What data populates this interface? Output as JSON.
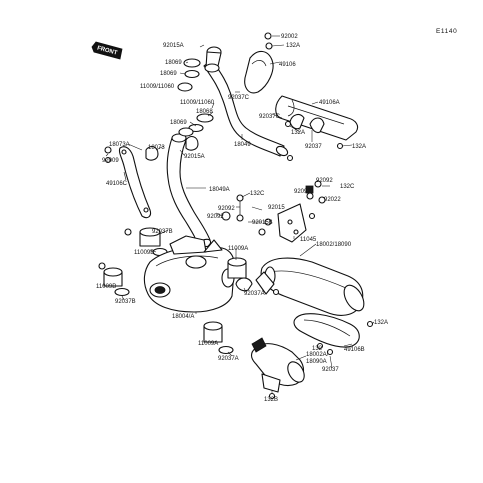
{
  "page_code": "E1140",
  "front_label": "FRONT",
  "callouts": [
    {
      "id": "c-92002",
      "text": "92002"
    },
    {
      "id": "c-132A-top",
      "text": "132A"
    },
    {
      "id": "c-92015A",
      "text": "92015A"
    },
    {
      "id": "c-49106",
      "text": "49106"
    },
    {
      "id": "c-18069-1",
      "text": "18069"
    },
    {
      "id": "c-18069-2",
      "text": "18069"
    },
    {
      "id": "c-11009-11060-a",
      "text": "11009/11060"
    },
    {
      "id": "c-92037C-top",
      "text": "92037C"
    },
    {
      "id": "c-11009-11060-b",
      "text": "11009/11060"
    },
    {
      "id": "c-18068",
      "text": "18068"
    },
    {
      "id": "c-49106A",
      "text": "49106A"
    },
    {
      "id": "c-18069-3",
      "text": "18069"
    },
    {
      "id": "c-92037C-mid",
      "text": "92037C"
    },
    {
      "id": "c-132A-mid",
      "text": "132A"
    },
    {
      "id": "c-18049",
      "text": "18049"
    },
    {
      "id": "c-92037-top",
      "text": "92037"
    },
    {
      "id": "c-132A-right",
      "text": "132A"
    },
    {
      "id": "c-18073A",
      "text": "18073A"
    },
    {
      "id": "c-18073",
      "text": "18073"
    },
    {
      "id": "c-92009",
      "text": "92009"
    },
    {
      "id": "c-92015A-b",
      "text": "92015A"
    },
    {
      "id": "c-49106C",
      "text": "49106C"
    },
    {
      "id": "c-18049A",
      "text": "18049A"
    },
    {
      "id": "c-132C-a",
      "text": "132C"
    },
    {
      "id": "c-92092-a",
      "text": "92092"
    },
    {
      "id": "c-132C-b",
      "text": "132C"
    },
    {
      "id": "c-92092-b",
      "text": "92092"
    },
    {
      "id": "c-92022",
      "text": "92022"
    },
    {
      "id": "c-92092-c",
      "text": "92092"
    },
    {
      "id": "c-92015",
      "text": "92015"
    },
    {
      "id": "c-92092-d",
      "text": "92092"
    },
    {
      "id": "c-92015B",
      "text": "92015B"
    },
    {
      "id": "c-92037B-a",
      "text": "92037B"
    },
    {
      "id": "c-11045",
      "text": "11045"
    },
    {
      "id": "c-11009A-a",
      "text": "11009A"
    },
    {
      "id": "c-11009B-a",
      "text": "11009B"
    },
    {
      "id": "c-18002-18090",
      "text": "18002/18090"
    },
    {
      "id": "c-11009B-b",
      "text": "11009B"
    },
    {
      "id": "c-92037A-a",
      "text": "92037A"
    },
    {
      "id": "c-92037B-b",
      "text": "92037B"
    },
    {
      "id": "c-18004A",
      "text": "18004/A"
    },
    {
      "id": "c-132A-low",
      "text": "132A"
    },
    {
      "id": "c-11009A-b",
      "text": "11009A"
    },
    {
      "id": "c-132-low",
      "text": "132"
    },
    {
      "id": "c-49106B",
      "text": "49106B"
    },
    {
      "id": "c-18002A-18090A",
      "text": "18002A/\n18090A"
    },
    {
      "id": "c-92037A-b",
      "text": "92037A"
    },
    {
      "id": "c-92037-low",
      "text": "92037"
    },
    {
      "id": "c-132B",
      "text": "132B"
    }
  ]
}
